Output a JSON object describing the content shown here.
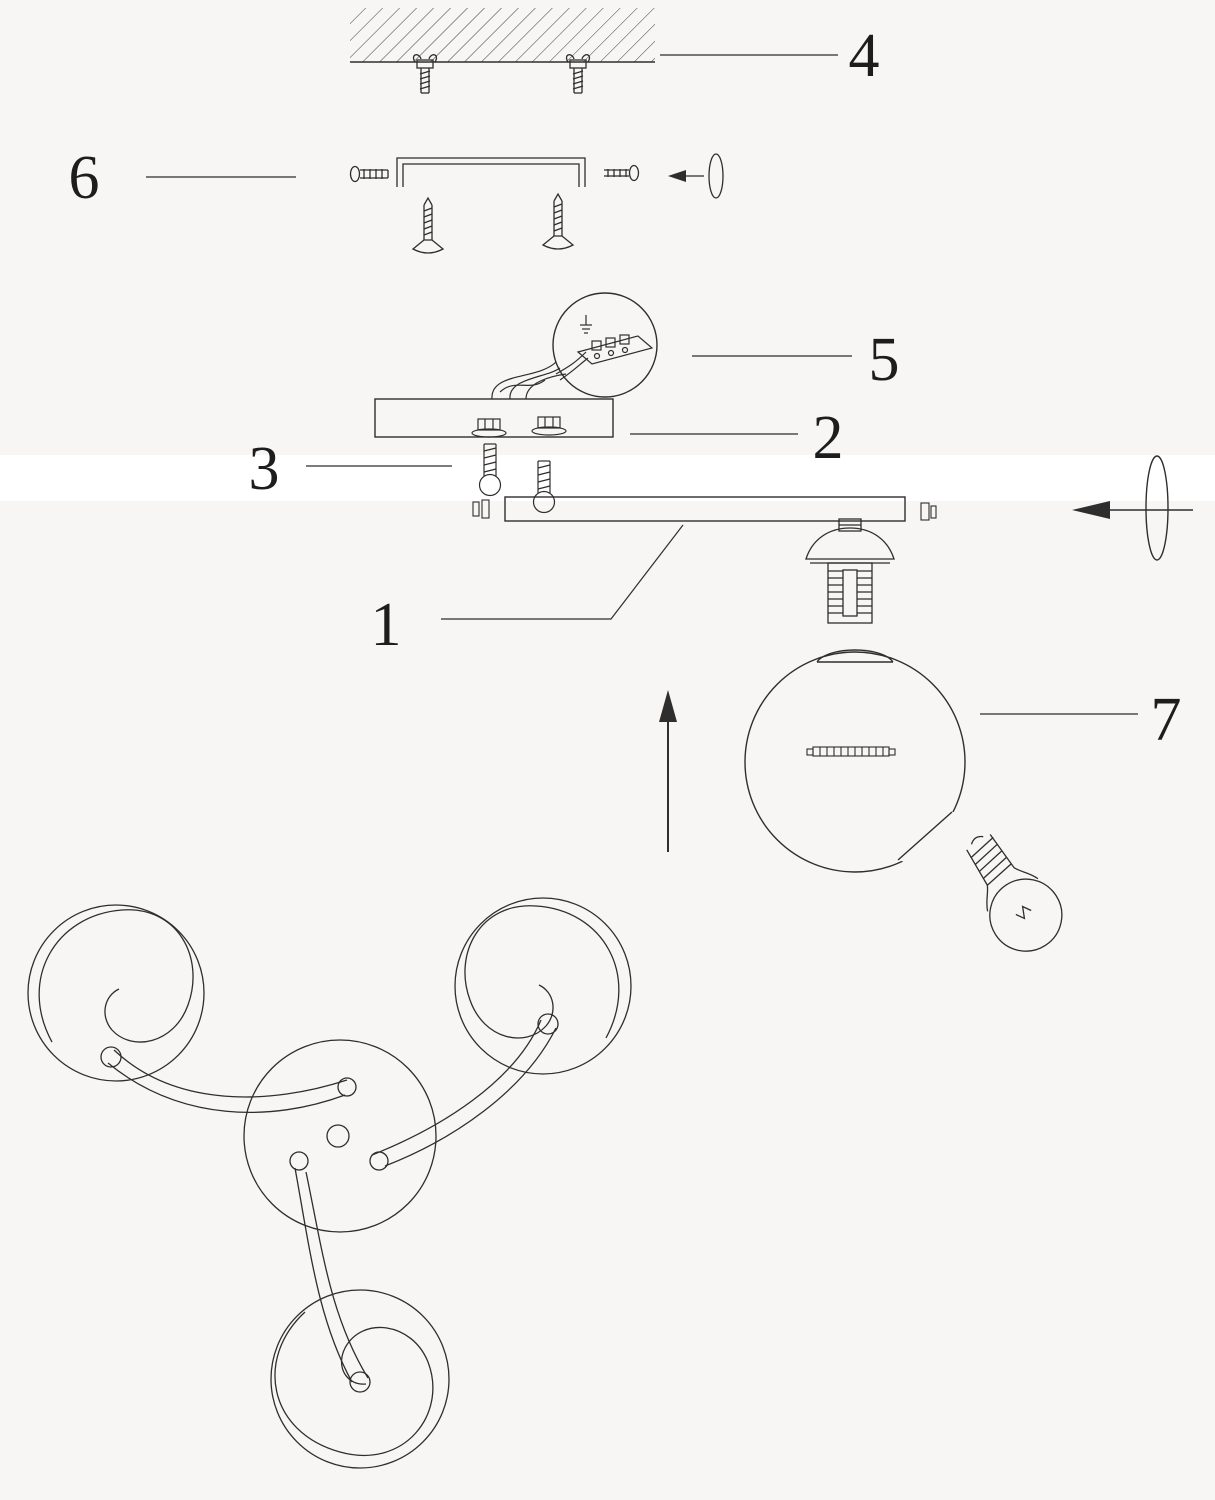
{
  "page": {
    "background_color": "#f7f6f4",
    "line_color": "#2e2e2e",
    "highlight_band_color": "#ffffff"
  },
  "diagram": {
    "kind": "exploded-assembly-instruction",
    "subject": "three-arm ceiling light fixture mounting diagram",
    "part_labels": {
      "p1": "1",
      "p2": "2",
      "p3": "3",
      "p4": "4",
      "p5": "5",
      "p6": "6",
      "p7": "7"
    }
  }
}
